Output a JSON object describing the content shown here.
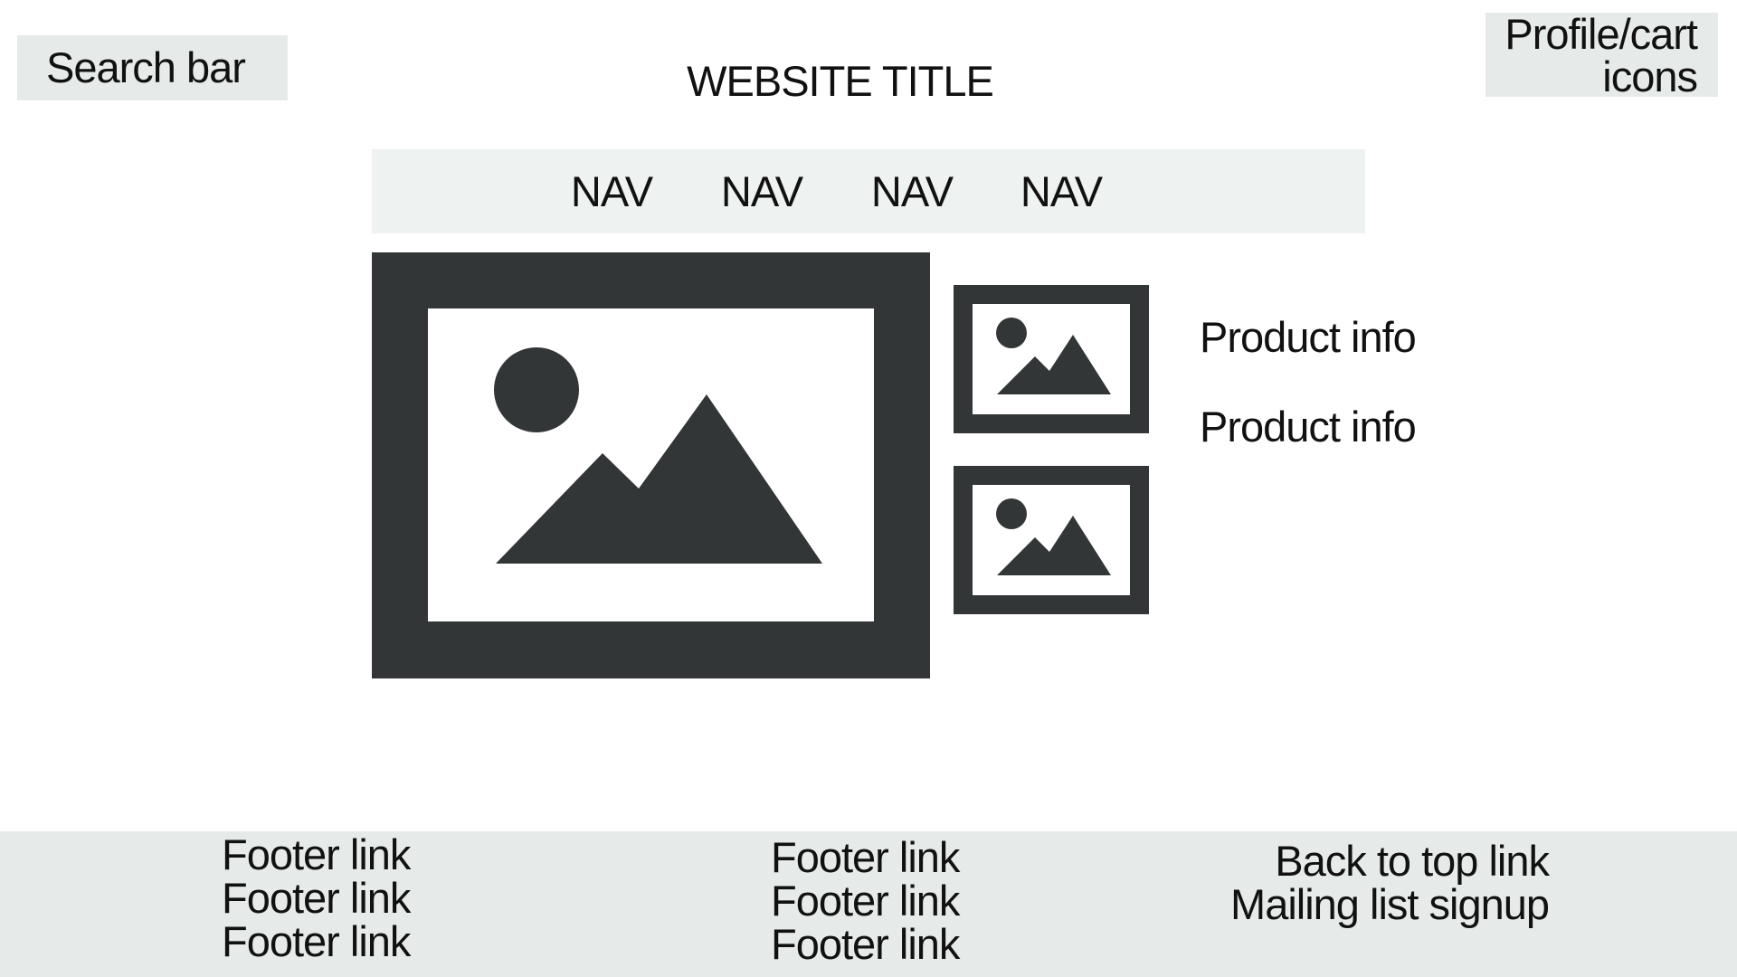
{
  "colors": {
    "panel": "#e6ebea",
    "nav": "#eef2f1",
    "footer": "#e6ebea",
    "dark": "#323637",
    "text": "#111111"
  },
  "header": {
    "search_label": "Search bar",
    "title": "WEBSITE TITLE",
    "profile_cart_line1": "Profile/cart",
    "profile_cart_line2": "icons"
  },
  "nav": {
    "items": [
      {
        "label": "NAV"
      },
      {
        "label": "NAV"
      },
      {
        "label": "NAV"
      },
      {
        "label": "NAV"
      }
    ]
  },
  "main": {
    "images": [
      {
        "icon": "image-placeholder-icon"
      },
      {
        "icon": "image-placeholder-icon"
      },
      {
        "icon": "image-placeholder-icon"
      }
    ],
    "product_info": [
      "Product info",
      "Product info"
    ]
  },
  "footer": {
    "column1": [
      "Footer link",
      "Footer link",
      "Footer link"
    ],
    "column2": [
      "Footer link",
      "Footer link",
      "Footer link"
    ],
    "column3": [
      "Back to top link",
      "Mailing list signup"
    ]
  }
}
